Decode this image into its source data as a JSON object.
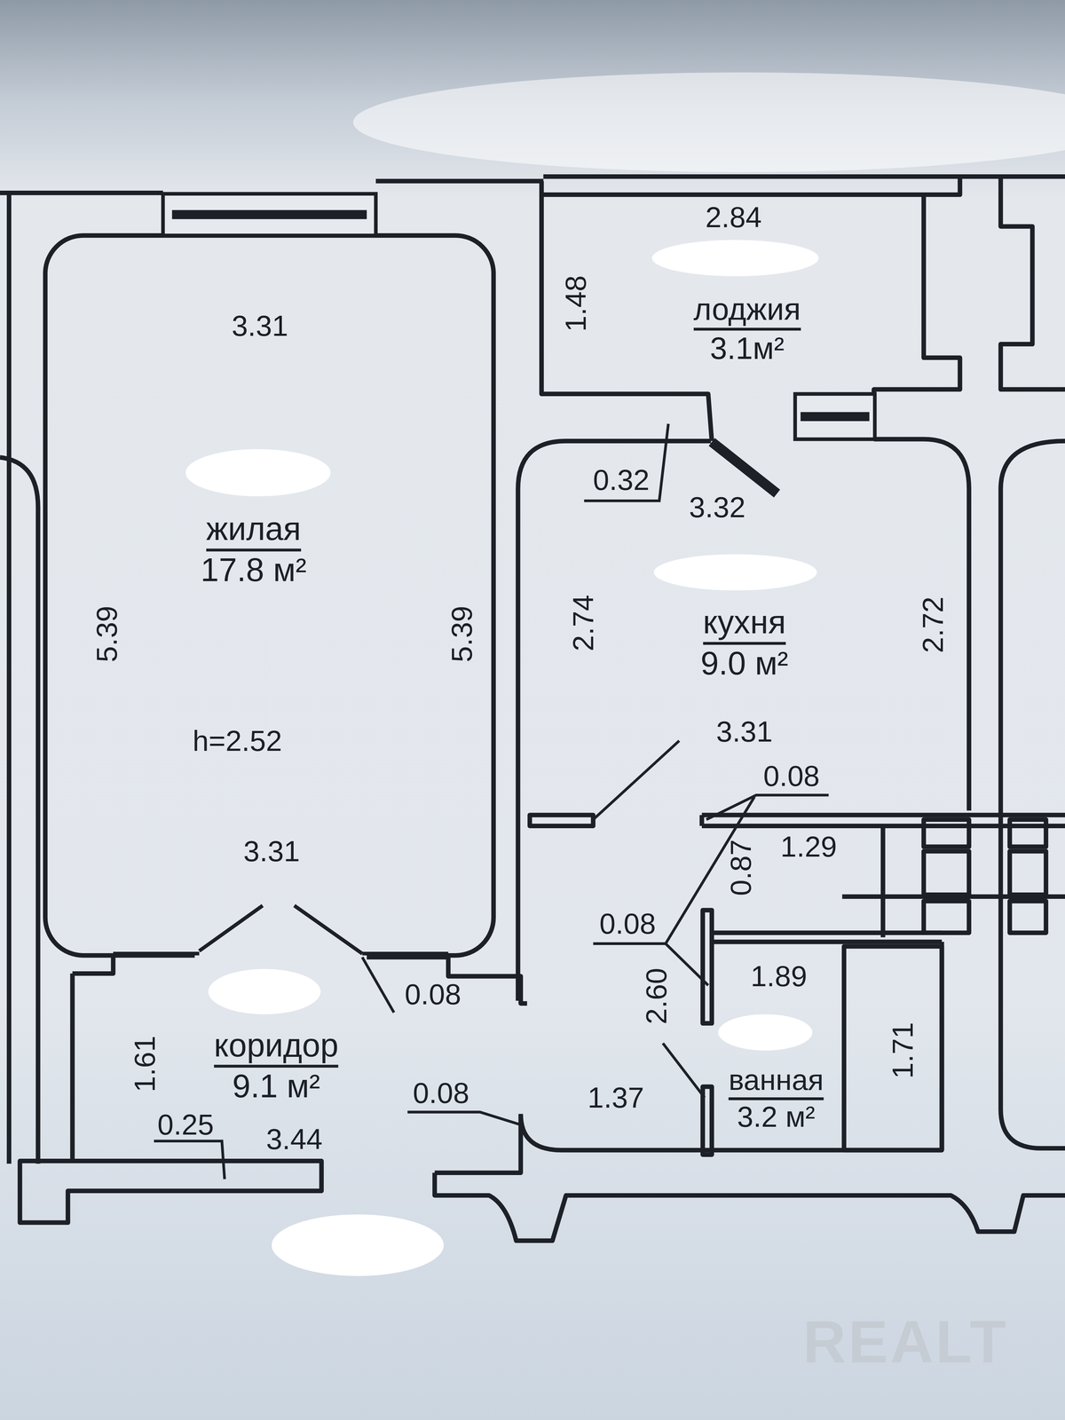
{
  "diagram": {
    "nodes": [
      {
        "text": [
          "жилая",
          "17.8 м²"
        ]
      },
      {
        "text": [
          "лоджия",
          "3.1м²"
        ]
      },
      {
        "text": [
          "кухня",
          "9.0 м²"
        ]
      },
      {
        "text": [
          "коридор",
          "9.1 м²"
        ]
      },
      {
        "text": [
          "ванная",
          "3.2 м²"
        ]
      }
    ],
    "labels": [
      "2.84",
      "1.48",
      "3.31",
      "0.32",
      "3.32",
      "5.39",
      "5.39",
      "2.74",
      "2.72",
      "h=2.52",
      "3.31",
      "0.08",
      "3.31",
      "1.29",
      "0.87",
      "0.08",
      "1.89",
      "0.08",
      "2.60",
      "1.71",
      "0.08",
      "1.37",
      "1.61",
      "0.25",
      "3.44",
      "REALT"
    ]
  }
}
